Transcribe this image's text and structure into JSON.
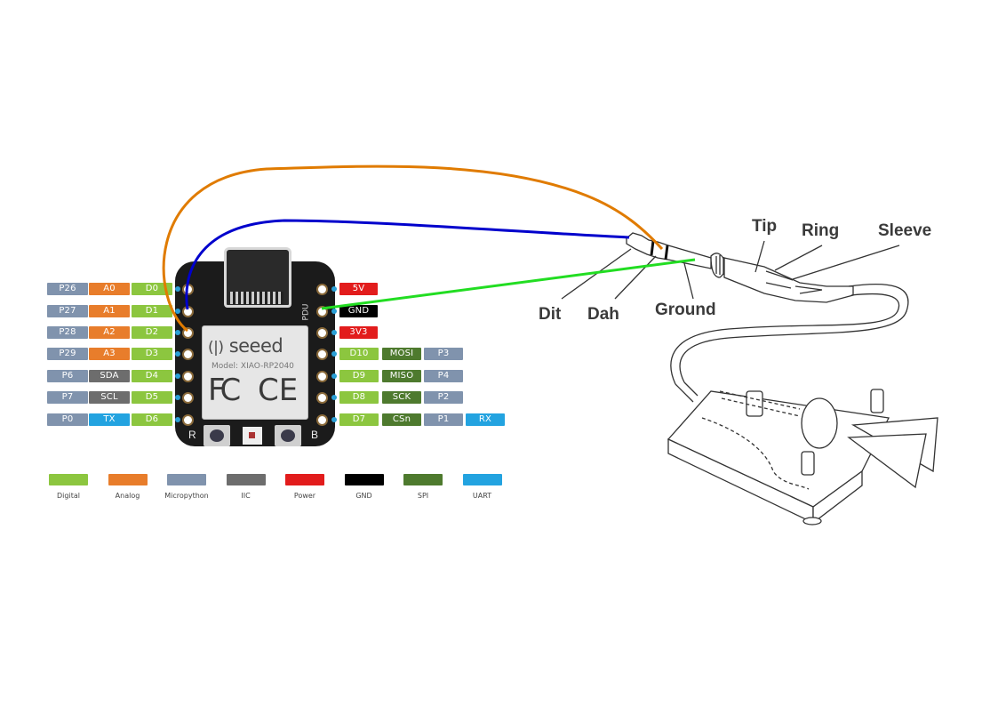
{
  "board": {
    "brand": "seeed",
    "model": "Model: XIAO-RP2040",
    "cert_fc": "FC",
    "cert_ce": "CE",
    "side_label": "PDU",
    "button_left": "R",
    "button_right": "B"
  },
  "left_pins": [
    {
      "micropython": "P26",
      "func": "A0",
      "func_type": "Analog",
      "digital": "D0"
    },
    {
      "micropython": "P27",
      "func": "A1",
      "func_type": "Analog",
      "digital": "D1"
    },
    {
      "micropython": "P28",
      "func": "A2",
      "func_type": "Analog",
      "digital": "D2"
    },
    {
      "micropython": "P29",
      "func": "A3",
      "func_type": "Analog",
      "digital": "D3"
    },
    {
      "micropython": "P6",
      "func": "SDA",
      "func_type": "IIC",
      "digital": "D4"
    },
    {
      "micropython": "P7",
      "func": "SCL",
      "func_type": "IIC",
      "digital": "D5"
    },
    {
      "micropython": "P0",
      "func": "TX",
      "func_type": "UART",
      "digital": "D6"
    }
  ],
  "right_pins": [
    {
      "labels": [
        {
          "text": "5V",
          "type": "Power"
        }
      ]
    },
    {
      "labels": [
        {
          "text": "GND",
          "type": "GND"
        }
      ]
    },
    {
      "labels": [
        {
          "text": "3V3",
          "type": "Power"
        }
      ]
    },
    {
      "labels": [
        {
          "text": "D10",
          "type": "Digital"
        },
        {
          "text": "MOSI",
          "type": "SPI"
        },
        {
          "text": "P3",
          "type": "Micropython"
        }
      ]
    },
    {
      "labels": [
        {
          "text": "D9",
          "type": "Digital"
        },
        {
          "text": "MISO",
          "type": "SPI"
        },
        {
          "text": "P4",
          "type": "Micropython"
        }
      ]
    },
    {
      "labels": [
        {
          "text": "D8",
          "type": "Digital"
        },
        {
          "text": "SCK",
          "type": "SPI"
        },
        {
          "text": "P2",
          "type": "Micropython"
        }
      ]
    },
    {
      "labels": [
        {
          "text": "D7",
          "type": "Digital"
        },
        {
          "text": "CSn",
          "type": "SPI"
        },
        {
          "text": "P1",
          "type": "Micropython"
        },
        {
          "text": "RX",
          "type": "UART"
        }
      ]
    }
  ],
  "legend": [
    {
      "label": "Digital",
      "color": "#8cc63f"
    },
    {
      "label": "Analog",
      "color": "#e87d2b"
    },
    {
      "label": "Micropython",
      "color": "#8093ad"
    },
    {
      "label": "IIC",
      "color": "#6d6d6d"
    },
    {
      "label": "Power",
      "color": "#e21c1c"
    },
    {
      "label": "GND",
      "color": "#000000"
    },
    {
      "label": "SPI",
      "color": "#4e7a2e"
    },
    {
      "label": "UART",
      "color": "#23a3e0"
    }
  ],
  "jack_labels": {
    "dit": "Dit",
    "dah": "Dah",
    "ground": "Ground",
    "tip": "Tip",
    "ring": "Ring",
    "sleeve": "Sleeve"
  },
  "wires": [
    {
      "name": "dit-wire",
      "color": "#0000cc",
      "from": "D1",
      "to": "Dit"
    },
    {
      "name": "dah-wire",
      "color": "#e07b00",
      "from": "D2",
      "to": "Dah"
    },
    {
      "name": "ground-wire",
      "color": "#22dd22",
      "from": "GND",
      "to": "Ground"
    }
  ]
}
